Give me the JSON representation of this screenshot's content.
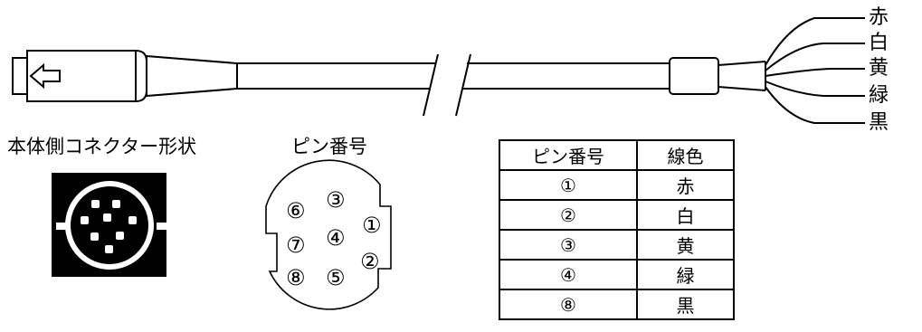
{
  "labels": {
    "connector_shape": "本体側コネクター形状",
    "pin_numbers": "ピン番号"
  },
  "wires": [
    "赤",
    "白",
    "黄",
    "緑",
    "黒"
  ],
  "pins": [
    "①",
    "②",
    "③",
    "④",
    "⑤",
    "⑥",
    "⑦",
    "⑧"
  ],
  "table": {
    "headers": [
      "ピン番号",
      "線色"
    ],
    "rows": [
      [
        "①",
        "赤"
      ],
      [
        "②",
        "白"
      ],
      [
        "③",
        "黄"
      ],
      [
        "④",
        "緑"
      ],
      [
        "⑧",
        "黒"
      ]
    ]
  }
}
